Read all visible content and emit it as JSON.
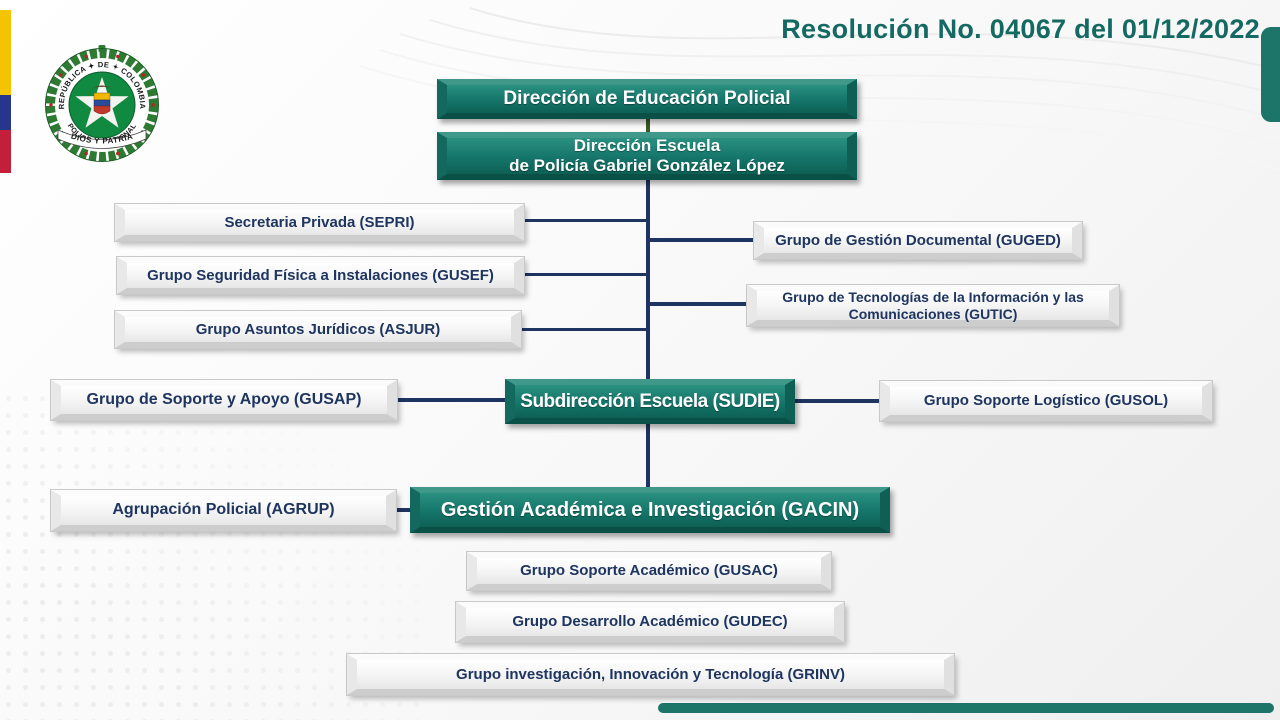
{
  "slide": {
    "title": "Resolución No. 04067 del 01/12/2022"
  },
  "logo": {
    "top_arc": "REPÚBLICA ✦ DE ✦ COLOMBIA",
    "bottom_arc": "POLICÍA ✦ NACIONAL",
    "ribbon": "DIOS Y PATRIA"
  },
  "org": {
    "dir_educacion": "Dirección de Educación Policial",
    "dir_escuela": "Dirección Escuela\nde Policía Gabriel González López",
    "sepri": "Secretaria Privada (SEPRI)",
    "gusef": "Grupo Seguridad Física a Instalaciones (GUSEF)",
    "asjur": "Grupo Asuntos Jurídicos (ASJUR)",
    "guged": "Grupo  de Gestión Documental (GUGED)",
    "gutic": "Grupo  de Tecnologías de la Información y las\nComunicaciones (GUTIC)",
    "gusap": "Grupo de Soporte y Apoyo  (GUSAP)",
    "sudie": "Subdirección Escuela (SUDIE)",
    "gusol": "Grupo Soporte Logístico (GUSOL)",
    "agrup": "Agrupación Policial (AGRUP)",
    "gacin": "Gestión Académica e Investigación (GACIN)",
    "gusac": "Grupo Soporte Académico (GUSAC)",
    "gudec": "Grupo Desarrollo Académico (GUDEC)",
    "grinv": "Grupo investigación, Innovación y Tecnología (GRINV)"
  },
  "colors": {
    "teal_box": "#15756a",
    "title_text": "#156963",
    "connector_navy": "#1f3460",
    "connector_green": "#3c5a23",
    "flag_yellow": "#f5c400",
    "flag_blue": "#26368c",
    "flag_red": "#c41f3a"
  }
}
